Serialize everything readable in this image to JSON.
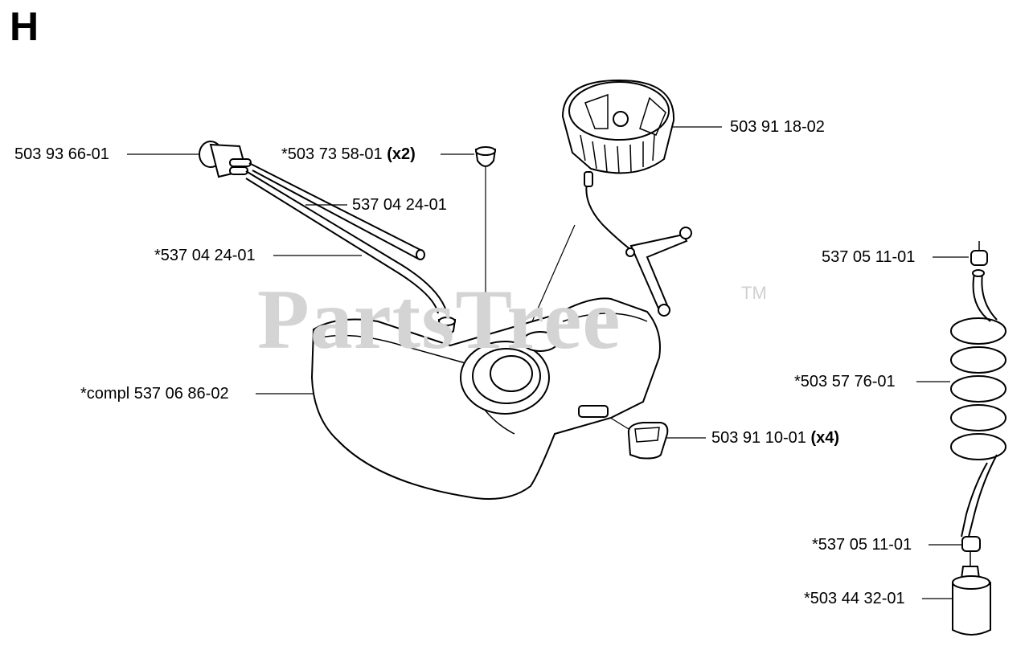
{
  "section": {
    "letter": "H"
  },
  "watermark": {
    "text": "PartsTree",
    "trademark": "TM"
  },
  "callouts": {
    "primer_bulb": {
      "number": "503 93 66-01",
      "qty": ""
    },
    "grommet": {
      "number": "*503 73 58-01",
      "qty": "(x2)"
    },
    "hose_upper": {
      "number": "537 04 24-01",
      "qty": ""
    },
    "hose_lower": {
      "number": "*537 04 24-01",
      "qty": ""
    },
    "tank": {
      "number": "*compl 537 06 86-02",
      "qty": ""
    },
    "fuel_cap": {
      "number": "503 91 18-02",
      "qty": ""
    },
    "rubber_pad": {
      "number": "503 91 10-01",
      "qty": "(x4)"
    },
    "hose_clamp_top": {
      "number": "537 05 11-01",
      "qty": ""
    },
    "coil_hose": {
      "number": "*503 57 76-01",
      "qty": ""
    },
    "hose_clamp_bottom": {
      "number": "*537 05 11-01",
      "qty": ""
    },
    "fuel_filter": {
      "number": "*503 44 32-01",
      "qty": ""
    }
  }
}
